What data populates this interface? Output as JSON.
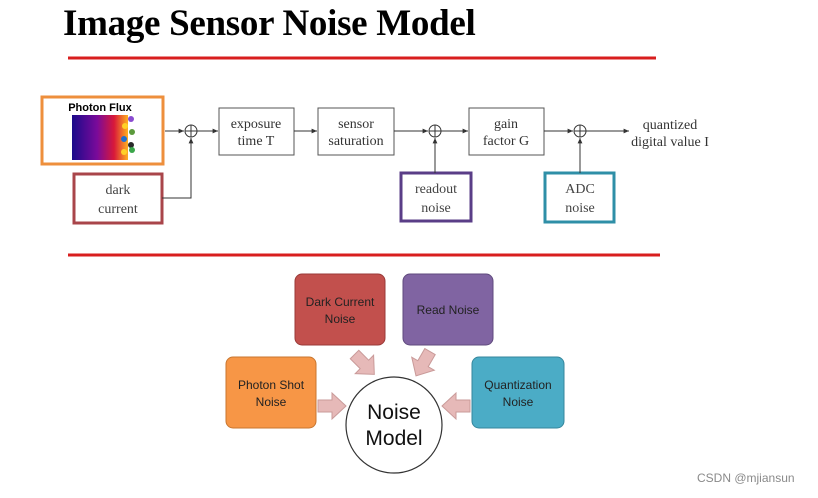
{
  "title": "Image Sensor Noise Model",
  "pipeline": {
    "photon_flux": "Photon Flux",
    "exposure": [
      "exposure",
      "time T"
    ],
    "saturation": [
      "sensor",
      "saturation"
    ],
    "gain": [
      "gain",
      "factor G"
    ],
    "output": [
      "quantized",
      "digital value I"
    ],
    "dark_current": [
      "dark",
      "current"
    ],
    "readout_noise": [
      "readout",
      "noise"
    ],
    "adc_noise": [
      "ADC",
      "noise"
    ]
  },
  "noise_model": {
    "center": [
      "Noise",
      "Model"
    ],
    "dark_current": [
      "Dark Current",
      "Noise"
    ],
    "read_noise": "Read Noise",
    "photon_shot": [
      "Photon Shot",
      "Noise"
    ],
    "quantization": [
      "Quantization",
      "Noise"
    ]
  },
  "colors": {
    "rule": "#d81e1e",
    "photon_flux_border": "#ee8f3c",
    "dark_border": "#a9454a",
    "readout_border": "#5a3d87",
    "adc_border": "#2f8fa7",
    "dark_box": "#c2504d",
    "read_box": "#8064a2",
    "shot_box": "#f79646",
    "quant_box": "#4bacc6",
    "arrow_fill": "#e6b9b8"
  },
  "watermark": "CSDN @mjiansun"
}
